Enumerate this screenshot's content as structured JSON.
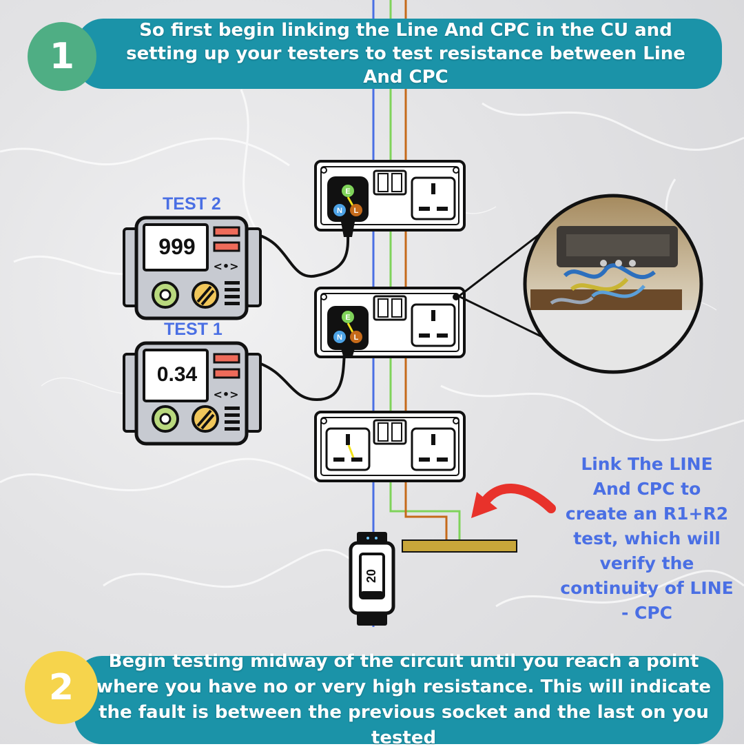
{
  "header": {
    "step_number": "1",
    "text": "So first begin linking the Line And CPC in the CU and setting up your testers to test resistance between Line And CPC"
  },
  "footer": {
    "step_number": "2",
    "text": "Begin testing midway of the circuit until you reach a point where you have no or very high resistance. This will indicate the fault is between the previous socket and the last on you tested"
  },
  "testers": [
    {
      "label": "TEST 2",
      "reading": "999"
    },
    {
      "label": "TEST 1",
      "reading": "0.34"
    }
  ],
  "plug_pins": {
    "earth": "E",
    "neutral": "N",
    "line": "L"
  },
  "mcb_rating": "20",
  "annotation": "Link The LINE And CPC to create an R1+R2 test, which will verify the continuity of LINE - CPC",
  "colors": {
    "banner": "#1b93a8",
    "step1_circle": "#4fae84",
    "step2_circle": "#f6d44c",
    "label_text": "#4a6fe4",
    "neutral_wire": "#4a6fe4",
    "earth_wire": "#7fd35a",
    "line_wire": "#c56a1a",
    "arrow": "#e8322b"
  }
}
